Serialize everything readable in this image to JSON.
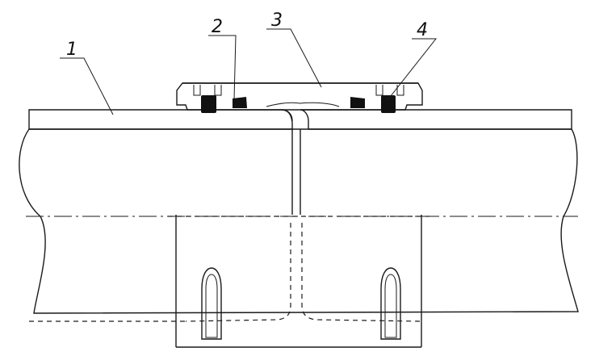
{
  "callouts": [
    {
      "id": "1",
      "label": "1"
    },
    {
      "id": "2",
      "label": "2"
    },
    {
      "id": "3",
      "label": "3"
    },
    {
      "id": "4",
      "label": "4"
    }
  ],
  "colors": {
    "line": "#1a1a1a",
    "background": "#ffffff",
    "seal": "#111111"
  }
}
